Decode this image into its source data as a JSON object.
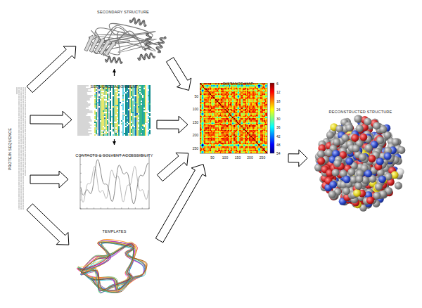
{
  "diagram": {
    "nodes": [
      {
        "text": [
          "PROTEIN SEQUENCE"
        ]
      },
      {
        "text": [
          "SECONDARY STRUCTURE"
        ]
      },
      {
        "text": [
          "SEQUENCE ALIGNMENT"
        ]
      },
      {
        "text": [
          "CONTACTS & SOLVENT ACCESSIBILITY"
        ]
      },
      {
        "text": [
          "TEMPLATES"
        ]
      },
      {
        "text": [
          "DISTANCE MAP"
        ]
      },
      {
        "text": [
          "RECONSTRUCTED STRUCTURE"
        ]
      }
    ],
    "edges": [
      {
        "from": 0,
        "to": 1,
        "arrow": "to"
      },
      {
        "from": 0,
        "to": 2,
        "arrow": "to"
      },
      {
        "from": 0,
        "to": 3,
        "arrow": "to"
      },
      {
        "from": 0,
        "to": 4,
        "arrow": "to"
      },
      {
        "from": 2,
        "to": 1,
        "arrow": "to"
      },
      {
        "from": 2,
        "to": 3,
        "arrow": "to"
      },
      {
        "from": 1,
        "to": 5,
        "arrow": "to"
      },
      {
        "from": 2,
        "to": 5,
        "arrow": "to"
      },
      {
        "from": 3,
        "to": 5,
        "arrow": "to"
      },
      {
        "from": 4,
        "to": 5,
        "arrow": "to"
      },
      {
        "from": 5,
        "to": 6,
        "arrow": "to"
      }
    ],
    "labels": [
      "50",
      "100",
      "150",
      "200",
      "250",
      "50",
      "100",
      "150",
      "200",
      "250",
      "6",
      "12",
      "18",
      "24",
      "30",
      "36",
      "42",
      "48",
      "54"
    ]
  }
}
